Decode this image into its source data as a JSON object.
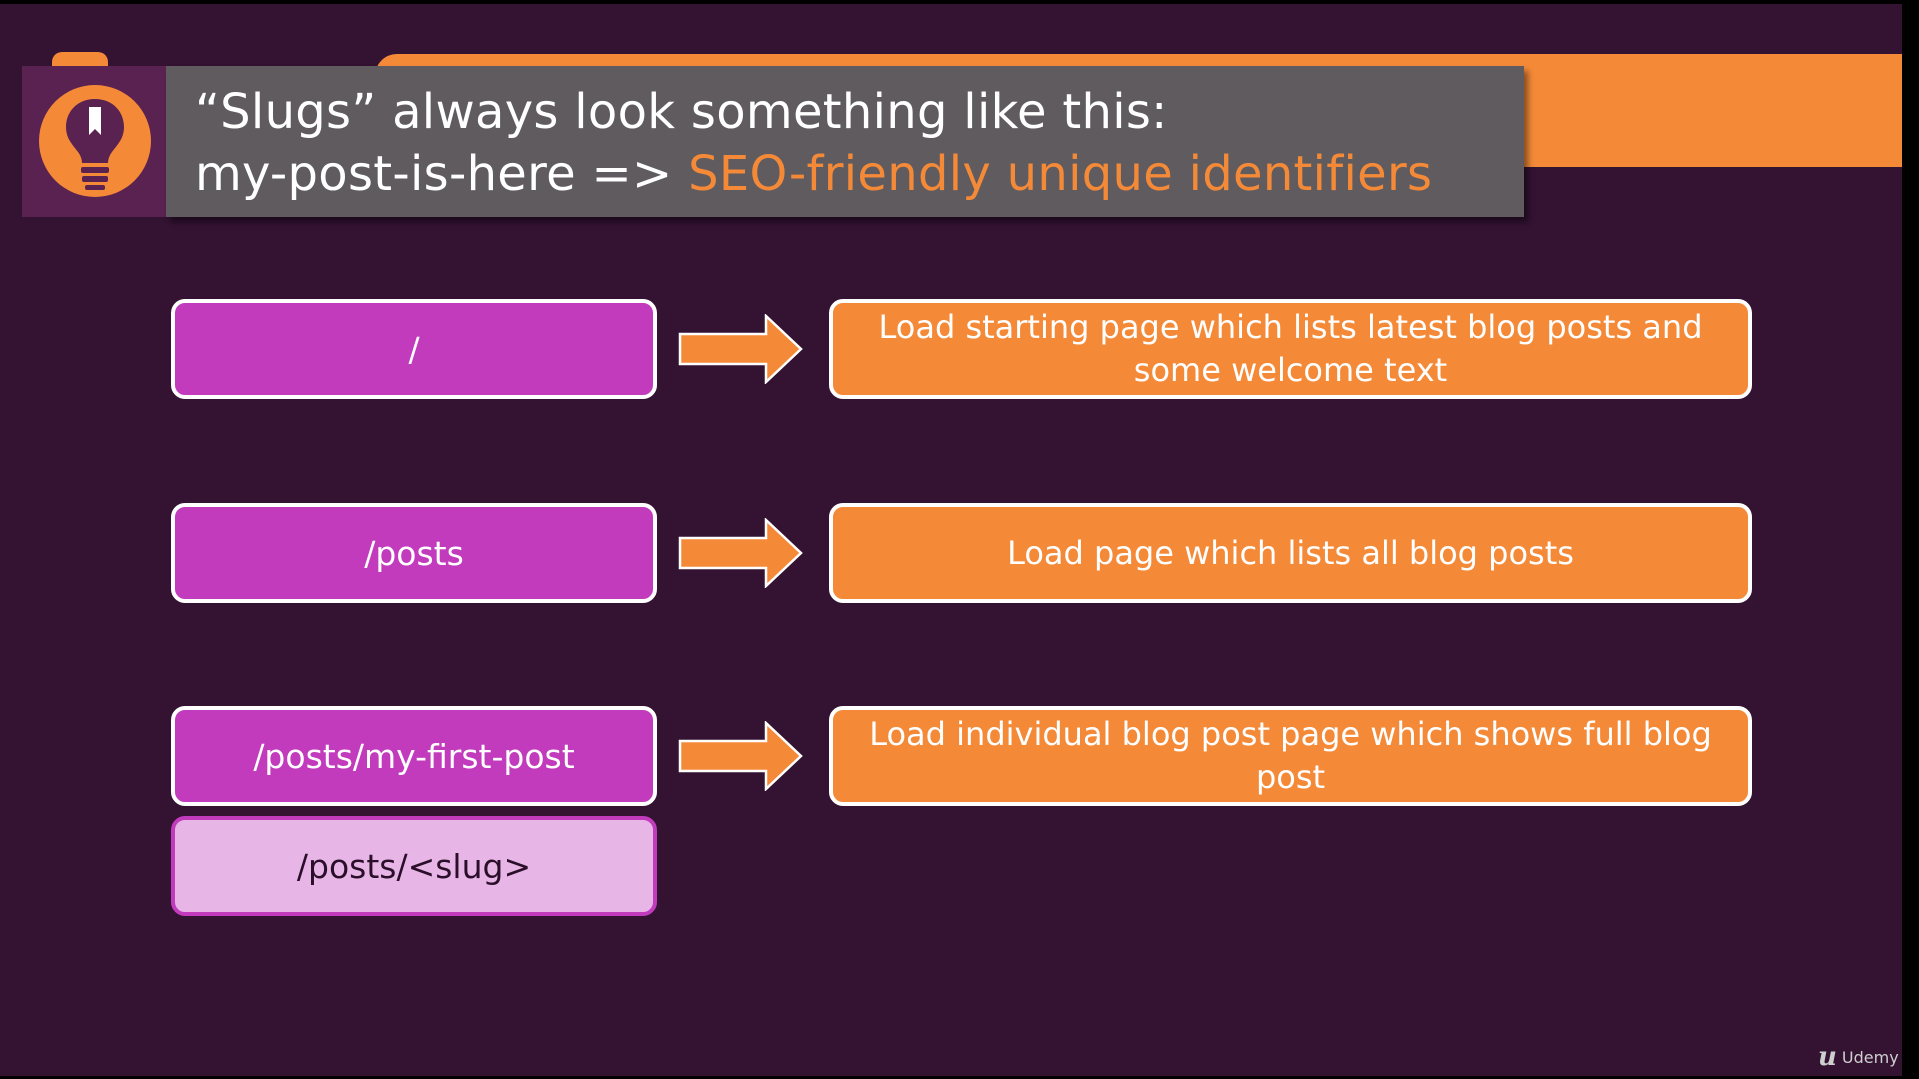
{
  "title": {
    "line1": "“Slugs” always look something like this:",
    "line2_prefix": "my-post-is-here => ",
    "line2_highlight": "SEO-friendly unique identifiers"
  },
  "icon": "lightbulb-icon",
  "routes": [
    {
      "path": "/",
      "description": "Load starting page which lists latest blog posts and some welcome text"
    },
    {
      "path": "/posts",
      "description": "Load page which lists all blog posts"
    },
    {
      "path": "/posts/my-first-post",
      "description": "Load individual blog post page which shows full blog post"
    }
  ],
  "slug_pattern": "/posts/<slug>",
  "brand": "Udemy",
  "colors": {
    "background": "#331232",
    "accent_orange": "#f48a38",
    "route_purple": "#c23bbd",
    "slug_pink": "#e8b6e6",
    "title_bar": "#5f5b5f"
  }
}
